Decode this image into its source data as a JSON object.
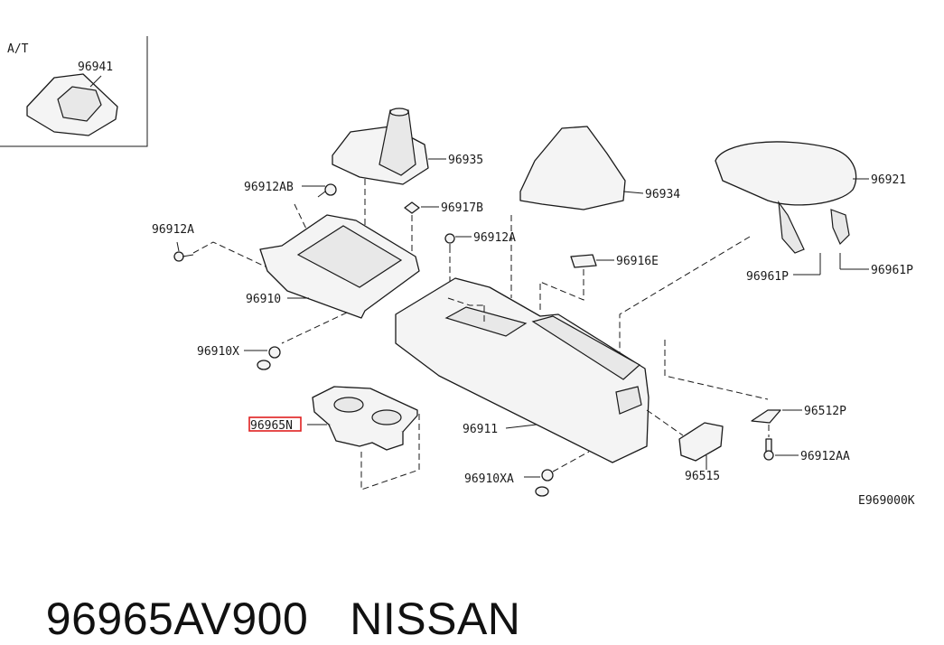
{
  "diagram": {
    "inset_label": "A/T",
    "code": "E969000K",
    "labels": {
      "p96941": "96941",
      "p96935": "96935",
      "p96934": "96934",
      "p96921": "96921",
      "p96912AB": "96912AB",
      "p96917B": "96917B",
      "p96912A_1": "96912A",
      "p96912A_2": "96912A",
      "p96916E": "96916E",
      "p96961P_1": "96961P",
      "p96961P_2": "96961P",
      "p96910": "96910",
      "p96910X": "96910X",
      "p96965N": "96965N",
      "p96911": "96911",
      "p96512P": "96512P",
      "p96912AA": "96912AA",
      "p96910XA": "96910XA",
      "p96515": "96515"
    },
    "highlight_color": "#e02020"
  },
  "footer": {
    "part_number": "96965AV900",
    "brand": "NISSAN"
  }
}
